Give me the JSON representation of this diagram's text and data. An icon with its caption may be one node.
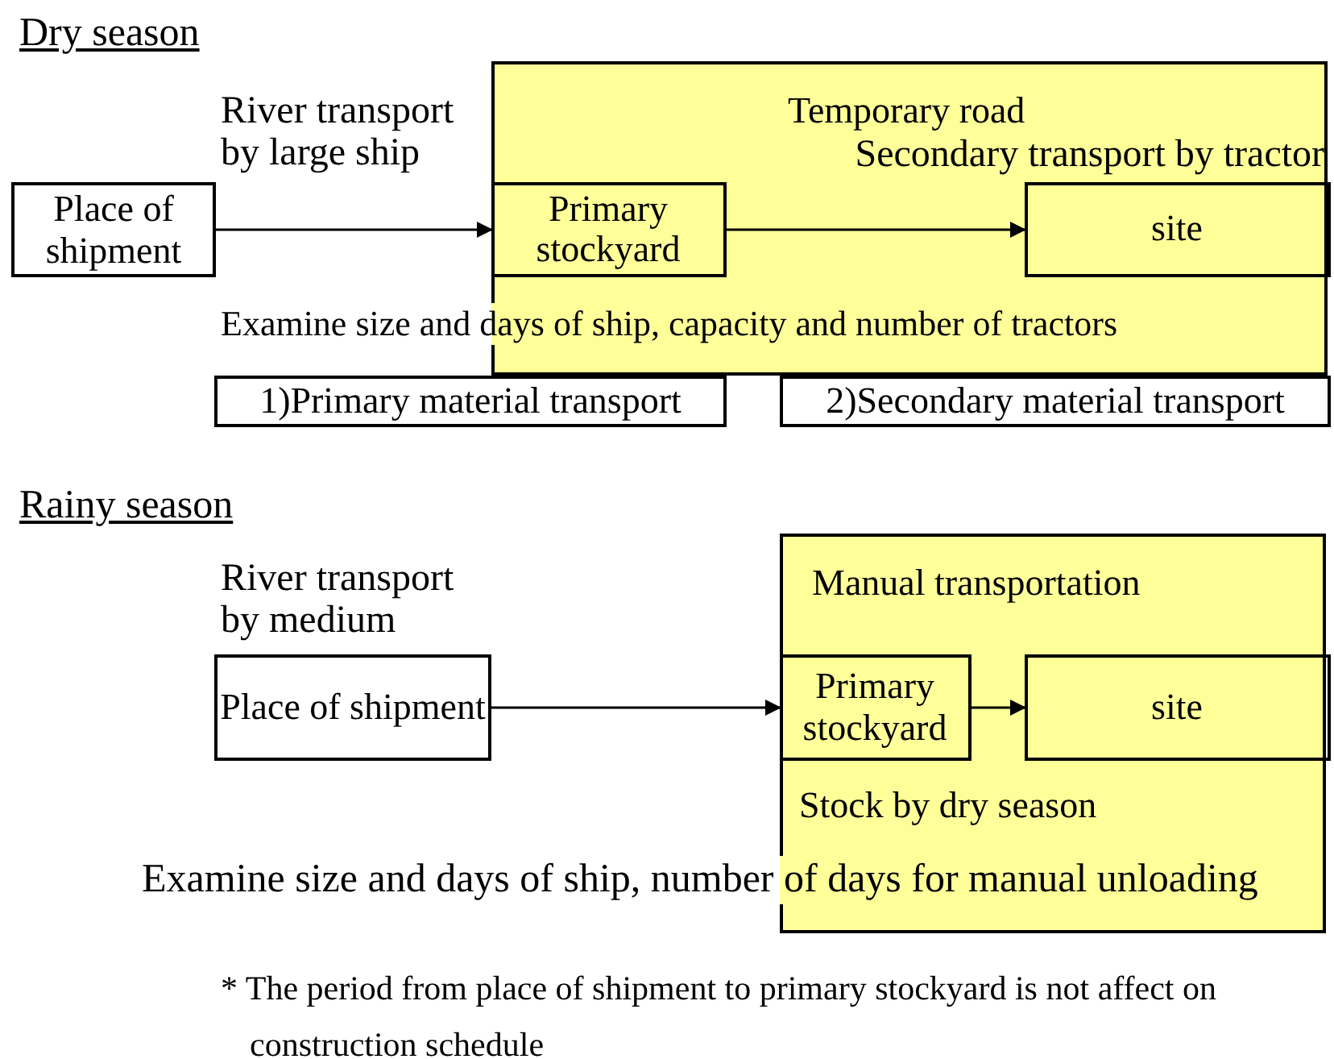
{
  "diagram": {
    "nodes": [
      {
        "text": [
          "Temporary road"
        ]
      },
      {
        "text": [
          "Place of shipment"
        ]
      },
      {
        "text": [
          "Primary stockyard"
        ],
        "in": 0
      },
      {
        "text": [
          "site"
        ],
        "in": 0
      },
      {
        "text": [
          "1)Primary material transport"
        ]
      },
      {
        "text": [
          "2)Secondary material transport"
        ]
      },
      {
        "text": [
          "Manual transportation",
          "Stock by dry season"
        ]
      },
      {
        "text": [
          "Place of shipment"
        ]
      },
      {
        "text": [
          "Primary stockyard"
        ],
        "in": 6
      },
      {
        "text": [
          "site"
        ],
        "in": 6
      }
    ],
    "edges": [
      {
        "from": 1,
        "to": 2,
        "arrow": "to",
        "label": "River transport by large ship"
      },
      {
        "from": 2,
        "to": 3,
        "arrow": "to",
        "label": "Secondary transport by tractor"
      },
      {
        "from": 7,
        "to": 8,
        "arrow": "to",
        "label": "River transport by medium"
      },
      {
        "from": 8,
        "to": 9,
        "arrow": "to"
      }
    ],
    "labels": [
      "Dry season",
      "Examine size and days of ship, capacity and number of tractors",
      "Rainy season",
      "Examine size and days of ship, number of days for manual unloading",
      "* The period from place of shipment to primary stockyard is not affect on construction schedule"
    ]
  }
}
